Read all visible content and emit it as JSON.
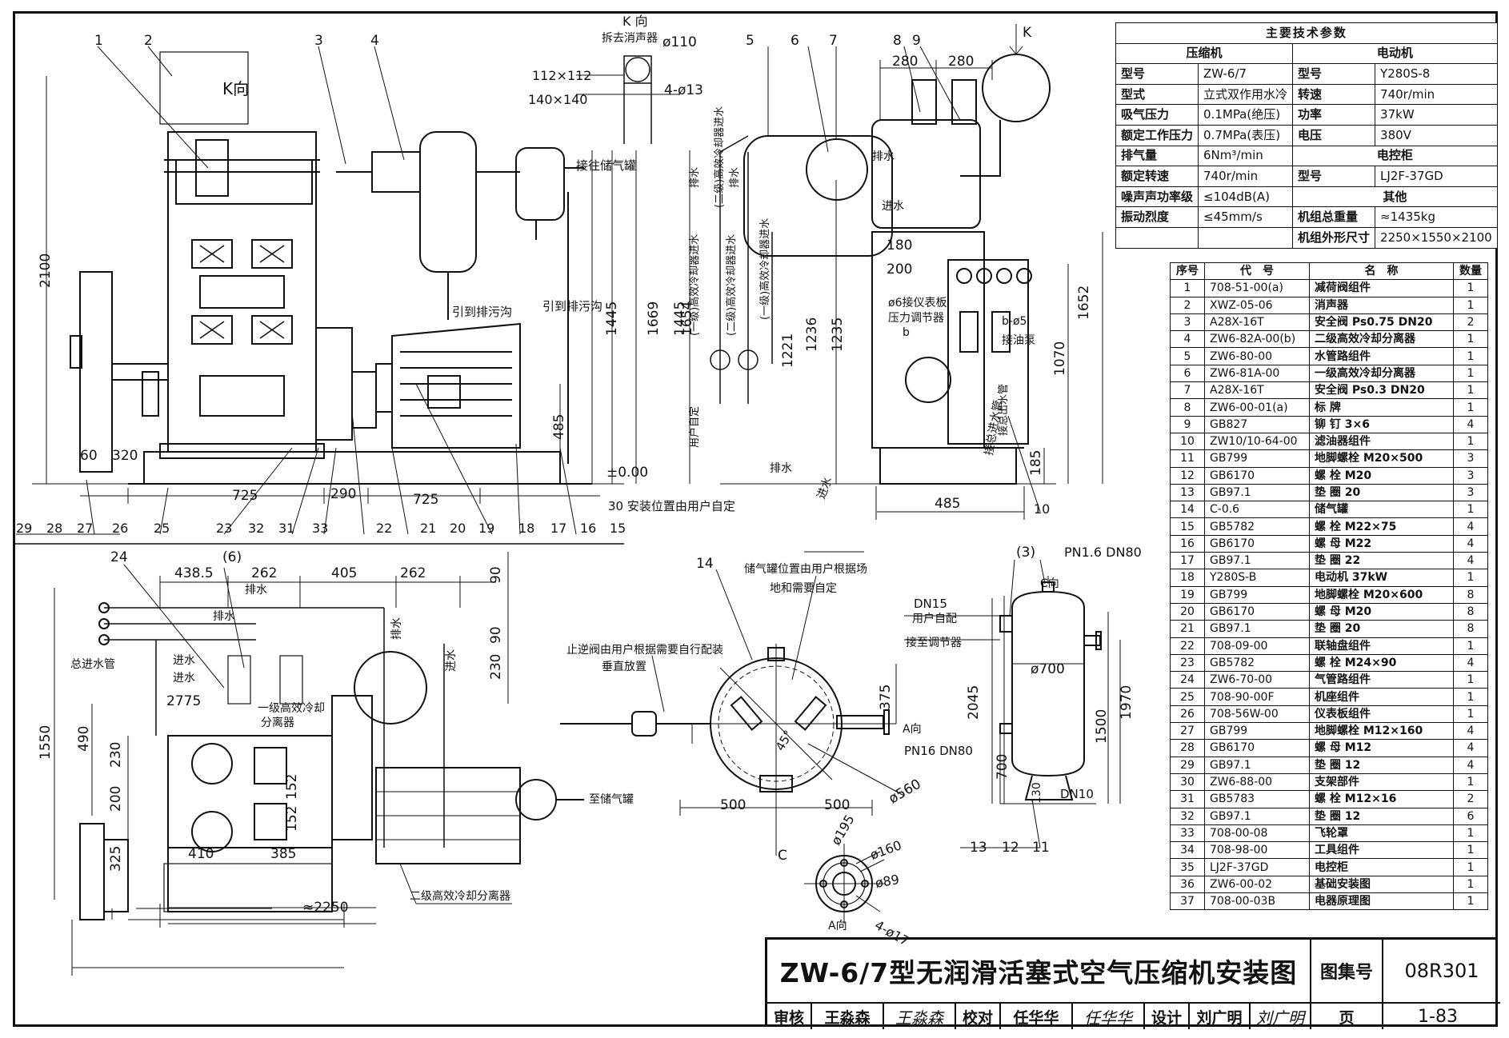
{
  "tech_params": {
    "title": "主要技术参数",
    "compressor_header": "压缩机",
    "motor_header": "电动机",
    "rows": [
      {
        "l1": "型号",
        "v1": "ZW-6/7",
        "l2": "型号",
        "v2": "Y280S-8"
      },
      {
        "l1": "型式",
        "v1": "立式双作用水冷",
        "l2": "转速",
        "v2": "740r/min"
      },
      {
        "l1": "吸气压力",
        "v1": "0.1MPa(绝压)",
        "l2": "功率",
        "v2": "37kW"
      },
      {
        "l1": "额定工作压力",
        "v1": "0.7MPa(表压)",
        "l2": "电压",
        "v2": "380V"
      },
      {
        "l1": "排气量",
        "v1": "6Nm³/min",
        "span": "电控柜"
      },
      {
        "l1": "额定转速",
        "v1": "740r/min",
        "l2": "型号",
        "v2": "LJ2F-37GD"
      },
      {
        "l1": "噪声声功率级",
        "v1": "≤104dB(A)",
        "span": "其他"
      },
      {
        "l1": "振动烈度",
        "v1": "≤45mm/s",
        "l2": "机组总重量",
        "v2": "≈1435kg"
      },
      {
        "l1": "",
        "v1": "",
        "l2": "机组外形尺寸",
        "v2": "2250×1550×2100"
      }
    ]
  },
  "parts": {
    "headers": {
      "no": "序号",
      "code": "代　号",
      "name": "名　称",
      "qty": "数量"
    },
    "rows": [
      {
        "no": "1",
        "code": "708-51-00(a)",
        "name": "减荷阀组件",
        "qty": "1"
      },
      {
        "no": "2",
        "code": "XWZ-05-06",
        "name": "消声器",
        "qty": "1"
      },
      {
        "no": "3",
        "code": "A28X-16T",
        "name": "安全阀 Ps0.75 DN20",
        "qty": "2"
      },
      {
        "no": "4",
        "code": "ZW6-82A-00(b)",
        "name": "二级高效冷却分离器",
        "qty": "1"
      },
      {
        "no": "5",
        "code": "ZW6-80-00",
        "name": "水管路组件",
        "qty": "1"
      },
      {
        "no": "6",
        "code": "ZW6-81A-00",
        "name": "一级高效冷却分离器",
        "qty": "1"
      },
      {
        "no": "7",
        "code": "A28X-16T",
        "name": "安全阀 Ps0.3 DN20",
        "qty": "1"
      },
      {
        "no": "8",
        "code": "ZW6-00-01(a)",
        "name": "标 牌",
        "qty": "1"
      },
      {
        "no": "9",
        "code": "GB827",
        "name": "铆 钉 3×6",
        "qty": "4"
      },
      {
        "no": "10",
        "code": "ZW10/10-64-00",
        "name": "滤油器组件",
        "qty": "1"
      },
      {
        "no": "11",
        "code": "GB799",
        "name": "地脚螺栓 M20×500",
        "qty": "3"
      },
      {
        "no": "12",
        "code": "GB6170",
        "name": "螺 栓 M20",
        "qty": "3"
      },
      {
        "no": "13",
        "code": "GB97.1",
        "name": "垫 圈 20",
        "qty": "3"
      },
      {
        "no": "14",
        "code": "C-0.6",
        "name": "储气罐",
        "qty": "1"
      },
      {
        "no": "15",
        "code": "GB5782",
        "name": "螺 栓 M22×75",
        "qty": "4"
      },
      {
        "no": "16",
        "code": "GB6170",
        "name": "螺 母 M22",
        "qty": "4"
      },
      {
        "no": "17",
        "code": "GB97.1",
        "name": "垫 圈 22",
        "qty": "4"
      },
      {
        "no": "18",
        "code": "Y280S-B",
        "name": "电动机 37kW",
        "qty": "1"
      },
      {
        "no": "19",
        "code": "GB799",
        "name": "地脚螺栓 M20×600",
        "qty": "8"
      },
      {
        "no": "20",
        "code": "GB6170",
        "name": "螺 母 M20",
        "qty": "8"
      },
      {
        "no": "21",
        "code": "GB97.1",
        "name": "垫 圈 20",
        "qty": "8"
      },
      {
        "no": "22",
        "code": "708-09-00",
        "name": "联轴盘组件",
        "qty": "1"
      },
      {
        "no": "23",
        "code": "GB5782",
        "name": "螺 栓 M24×90",
        "qty": "4"
      },
      {
        "no": "24",
        "code": "ZW6-70-00",
        "name": "气管路组件",
        "qty": "1"
      },
      {
        "no": "25",
        "code": "708-90-00F",
        "name": "机座组件",
        "qty": "1"
      },
      {
        "no": "26",
        "code": "708-56W-00",
        "name": "仪表板组件",
        "qty": "1"
      },
      {
        "no": "27",
        "code": "GB799",
        "name": "地脚螺栓 M12×160",
        "qty": "4"
      },
      {
        "no": "28",
        "code": "GB6170",
        "name": "螺 母 M12",
        "qty": "4"
      },
      {
        "no": "29",
        "code": "GB97.1",
        "name": "垫 圈 12",
        "qty": "4"
      },
      {
        "no": "30",
        "code": "ZW6-88-00",
        "name": "支架部件",
        "qty": "1"
      },
      {
        "no": "31",
        "code": "GB5783",
        "name": "螺 栓 M12×16",
        "qty": "2"
      },
      {
        "no": "32",
        "code": "GB97.1",
        "name": "垫 圈 12",
        "qty": "6"
      },
      {
        "no": "33",
        "code": "708-00-08",
        "name": "飞轮罩",
        "qty": "1"
      },
      {
        "no": "34",
        "code": "708-98-00",
        "name": "工具组件",
        "qty": "1"
      },
      {
        "no": "35",
        "code": "LJ2F-37GD",
        "name": "电控柜",
        "qty": "1"
      },
      {
        "no": "36",
        "code": "ZW6-00-02",
        "name": "基础安装图",
        "qty": "1"
      },
      {
        "no": "37",
        "code": "708-00-03B",
        "name": "电器原理图",
        "qty": "1"
      }
    ]
  },
  "title_block": {
    "title": "ZW-6/7型无润滑活塞式空气压缩机安装图",
    "atlas_label": "图集号",
    "atlas_value": "08R301",
    "review_label": "审核",
    "review_name": "王淼森",
    "review_sig": "王淼森",
    "check_label": "校对",
    "check_name": "任华华",
    "check_sig": "任华华",
    "design_label": "设计",
    "design_name": "刘广明",
    "design_sig": "刘广明",
    "page_label": "页",
    "page_value": "1-83"
  },
  "front_view": {
    "k_view_arrow": "K向",
    "dims": {
      "height_total": "2100",
      "h1669": "1669",
      "h1654": "1654",
      "h1445a": "1445",
      "h1445b": "1445",
      "h485": "485",
      "base_left": "60",
      "w320": "320",
      "w725a": "725",
      "w290": "290",
      "w725b": "725",
      "zero": "±0.00"
    },
    "notes": {
      "to_tank": "接往储气罐",
      "drain1": "引到排污沟",
      "drain2": "引到排污沟",
      "mount_pos": "30 安装位置由用户自定"
    },
    "callouts_top": [
      "1",
      "2",
      "3",
      "4"
    ],
    "callouts_bottom": [
      "29",
      "28",
      "27",
      "26",
      "25",
      "23",
      "32",
      "31",
      "33",
      "22",
      "21",
      "20",
      "19",
      "18",
      "17",
      "16",
      "15"
    ]
  },
  "k_detail": {
    "title": "K 向",
    "subtitle": "拆去消声器",
    "d110": "ø110",
    "sq112": "112×112",
    "holes": "4-ø13",
    "sq140": "140×140"
  },
  "side_view": {
    "callouts_top": [
      "5",
      "6",
      "7",
      "8",
      "9"
    ],
    "k_arrow": "K",
    "dims": {
      "w280a": "280",
      "w280b": "280",
      "d180": "180",
      "d200": "200",
      "h1221": "1221",
      "h1236": "1236",
      "h1235": "1235",
      "h1652": "1652",
      "h1070": "1070",
      "h185": "185",
      "w485": "485"
    },
    "labels": {
      "v1": "排水",
      "v2": "(二级)高效冷却器进水",
      "v3": "排水",
      "v4": "(一级)高效冷却器进水",
      "v5": "(二级)高效冷却器进水",
      "v6": "(一级)高效冷却器进水",
      "drain_top": "排水",
      "inlet_top": "进水",
      "user_set": "用户自定",
      "drain_bottom": "排水",
      "inlet_bottom": "进水",
      "panel_note_1": "ø6接仪表板",
      "panel_note_2": "压力调节器",
      "panel_note_b": "b",
      "b_d5": "b-ø5",
      "to_oil_pump": "接油泵",
      "oil_inlet": "接总进水管",
      "v_oil": "接总出水管",
      "callout_10": "10"
    }
  },
  "plan_view": {
    "callouts": {
      "c24": "24",
      "c6": "(6)"
    },
    "dims": {
      "w438": "438.5",
      "w262a": "262",
      "w405": "405",
      "w262b": "262",
      "h90a": "90",
      "h90b": "90",
      "h230a": "230",
      "h1550": "1550",
      "h490": "490",
      "h230b": "230",
      "h200": "200",
      "h325": "325",
      "h2775": "2775",
      "h152": "152",
      "h152b": "152",
      "w410": "410",
      "w385": "385",
      "w2250": "≈2250"
    },
    "labels": {
      "drain_top": "排水",
      "main_inlet": "总进水管",
      "inlet1": "进水",
      "inlet2": "进水",
      "drain_mid": "排水",
      "drain_r": "排水",
      "inlet_r": "进水",
      "sep1": "一级高效冷却",
      "sep1b": "分离器",
      "sep2": "二级高效冷却分离器",
      "to_tank": "至储气罐"
    }
  },
  "tank_plan": {
    "callout_14": "14",
    "note1": "储气罐位置由用户根据场",
    "note2": "地和需要自定",
    "check_valve1": "止逆阀由用户根据需要自行配装",
    "check_valve2": "垂直放置",
    "d500a": "500",
    "d500b": "500",
    "d560": "ø560",
    "d375": "375",
    "angle": "45°",
    "a_view": "A向",
    "c_mark": "C",
    "pn16": "PN16 DN80"
  },
  "flange_detail": {
    "d195": "ø195",
    "d160": "ø160",
    "d89": "ø89",
    "holes": "4-ø17",
    "a_view": "A向"
  },
  "tank_side": {
    "c3": "(3)",
    "pn16_80": "PN1.6 DN80",
    "c_view": "C向",
    "dn15": "DN15",
    "user_set": "用户自配",
    "to_reg": "接至调节器",
    "d700": "ø700",
    "h2045": "2045",
    "h1970": "1970",
    "h1500": "1500",
    "h700": "700",
    "h130": "130",
    "dn10": "DN10",
    "callouts": [
      "13",
      "12",
      "11"
    ]
  }
}
